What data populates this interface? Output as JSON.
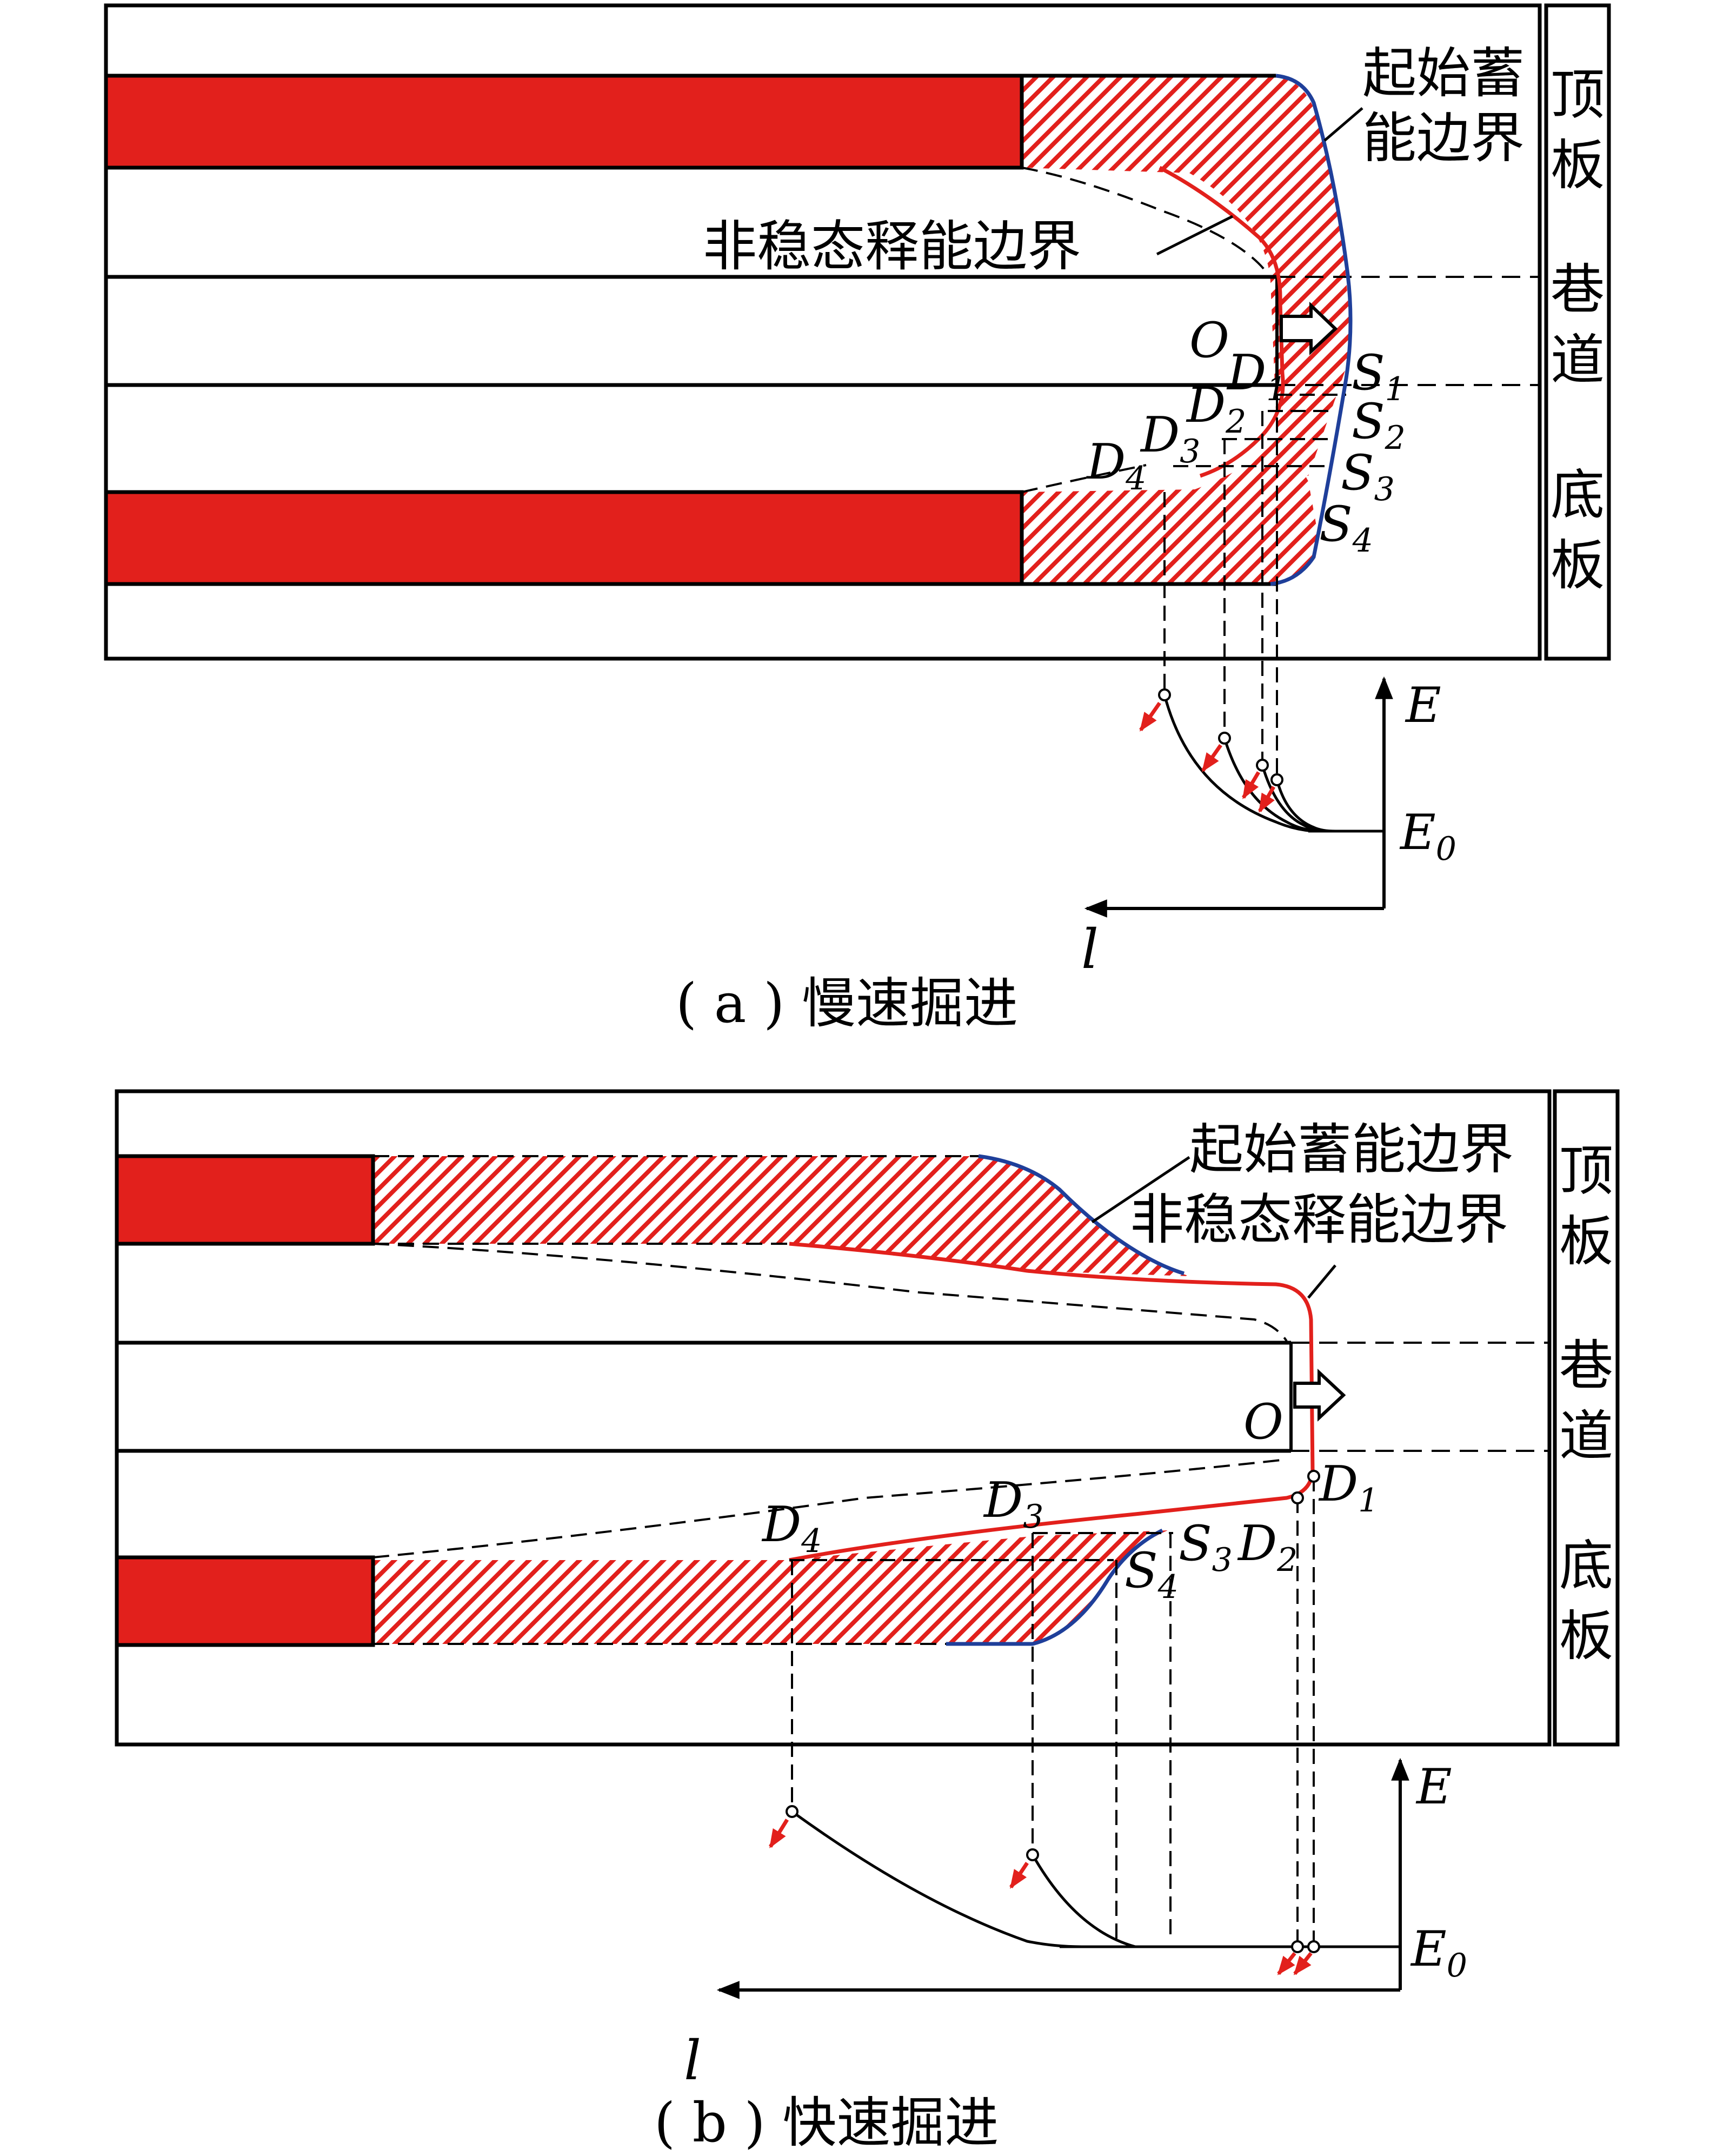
{
  "colors": {
    "coal": "#e2201c",
    "boundary_initial": "#1f3f9a",
    "boundary_release": "#e2201c",
    "line": "#000000"
  },
  "panel_a": {
    "caption": "( a ) 慢速掘进",
    "roof": [
      "顶",
      "板"
    ],
    "roadway": [
      "巷",
      "道"
    ],
    "floor": [
      "底",
      "板"
    ],
    "initial_boundary": [
      "起始蓄",
      "能边界"
    ],
    "release_boundary": "非稳态释能边界",
    "origin": "O",
    "d_points": [
      {
        "letter": "D",
        "sub": "1"
      },
      {
        "letter": "D",
        "sub": "2"
      },
      {
        "letter": "D",
        "sub": "3"
      },
      {
        "letter": "D",
        "sub": "4"
      }
    ],
    "s_points": [
      {
        "letter": "S",
        "sub": "1"
      },
      {
        "letter": "S",
        "sub": "2"
      },
      {
        "letter": "S",
        "sub": "3"
      },
      {
        "letter": "S",
        "sub": "4"
      }
    ],
    "axis_e": "E",
    "axis_e0": {
      "letter": "E",
      "sub": "0"
    },
    "axis_l": "l"
  },
  "panel_b": {
    "caption": "( b ) 快速掘进",
    "roof": [
      "顶",
      "板"
    ],
    "roadway": [
      "巷",
      "道"
    ],
    "floor": [
      "底",
      "板"
    ],
    "initial_boundary": "起始蓄能边界",
    "release_boundary": "非稳态释能边界",
    "origin": "O",
    "d1": {
      "letter": "D",
      "sub": "1"
    },
    "d2": {
      "letter": "D",
      "sub": "2"
    },
    "d3": {
      "letter": "D",
      "sub": "3"
    },
    "d4": {
      "letter": "D",
      "sub": "4"
    },
    "s3": {
      "letter": "S",
      "sub": "3"
    },
    "s4": {
      "letter": "S",
      "sub": "4"
    },
    "axis_e": "E",
    "axis_e0": {
      "letter": "E",
      "sub": "0"
    },
    "axis_l": "l"
  }
}
